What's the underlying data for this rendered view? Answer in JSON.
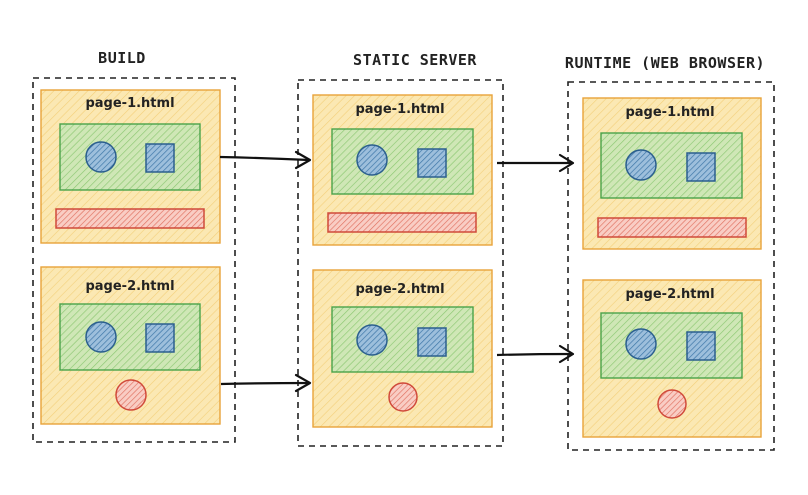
{
  "colors": {
    "page_fill": "#fbe8b3",
    "page_stroke": "#e8a33a",
    "panel_fill": "#cfe7b6",
    "panel_stroke": "#4aa34a",
    "circle_fill": "#6b9cc4",
    "circle_stroke": "#2b5f8e",
    "square_fill": "#6b9cc4",
    "square_stroke": "#2b5f8e",
    "bar_fill": "#f4b0a4",
    "bar_stroke": "#d04a3a",
    "dot_fill": "#f7b9ae",
    "dot_stroke": "#d04a3a"
  },
  "stages": [
    {
      "label": "BUILD",
      "pages": [
        {
          "label": "page-1.html",
          "bottom": "bar"
        },
        {
          "label": "page-2.html",
          "bottom": "circle"
        }
      ]
    },
    {
      "label": "STATIC SERVER",
      "pages": [
        {
          "label": "page-1.html",
          "bottom": "bar"
        },
        {
          "label": "page-2.html",
          "bottom": "circle"
        }
      ]
    },
    {
      "label": "RUNTIME (WEB BROWSER)",
      "pages": [
        {
          "label": "page-1.html",
          "bottom": "bar"
        },
        {
          "label": "page-2.html",
          "bottom": "circle"
        }
      ]
    }
  ],
  "arrows": [
    {
      "from": "stage-0-page-0",
      "to": "stage-1-page-0"
    },
    {
      "from": "stage-0-page-1",
      "to": "stage-1-page-1"
    },
    {
      "from": "stage-1-page-0",
      "to": "stage-2-page-0"
    },
    {
      "from": "stage-1-page-1",
      "to": "stage-2-page-1"
    }
  ]
}
